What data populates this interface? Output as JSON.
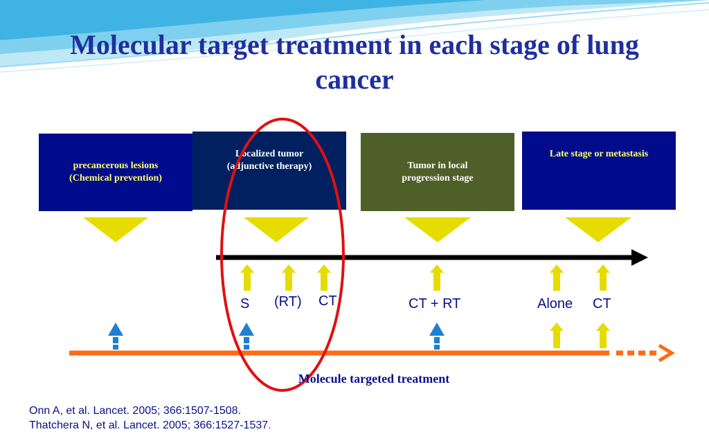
{
  "slide": {
    "title": "Molecular target treatment in each stage of lung cancer",
    "stages": [
      {
        "line1": "precancerous lesions",
        "line2": "(Chemical prevention)"
      },
      {
        "line1": "Localized tumor",
        "line2": "(adjunctive therapy)"
      },
      {
        "line1": "Tumor in local",
        "line2": "progression stage"
      },
      {
        "line1": "Late stage or metastasis",
        "line2": ""
      }
    ],
    "treatments": {
      "s": "S",
      "rt": "(RT)",
      "ct1": "CT",
      "ct_rt": "CT + RT",
      "alone": "Alone",
      "ct2": "CT"
    },
    "molecule_label": "Molecule targeted treatment",
    "references": [
      "Onn A, et al. Lancet. 2005; 366:1507-1508.",
      "Thatchera N, et al. Lancet. 2005; 366:1527-1537"
    ],
    "reference_end_mark": "."
  },
  "colors": {
    "title": "#1f2f9e",
    "stage_box_blue": "#000c8c",
    "stage_box_navy": "#002060",
    "stage_box_olive": "#4f5f28",
    "arrow_yellow": "#e6dc00",
    "timeline_black": "#000000",
    "molecule_orange": "#ff6a13",
    "molecule_arrow_blue": "#1f7fd0",
    "highlight_red": "#e01010"
  }
}
